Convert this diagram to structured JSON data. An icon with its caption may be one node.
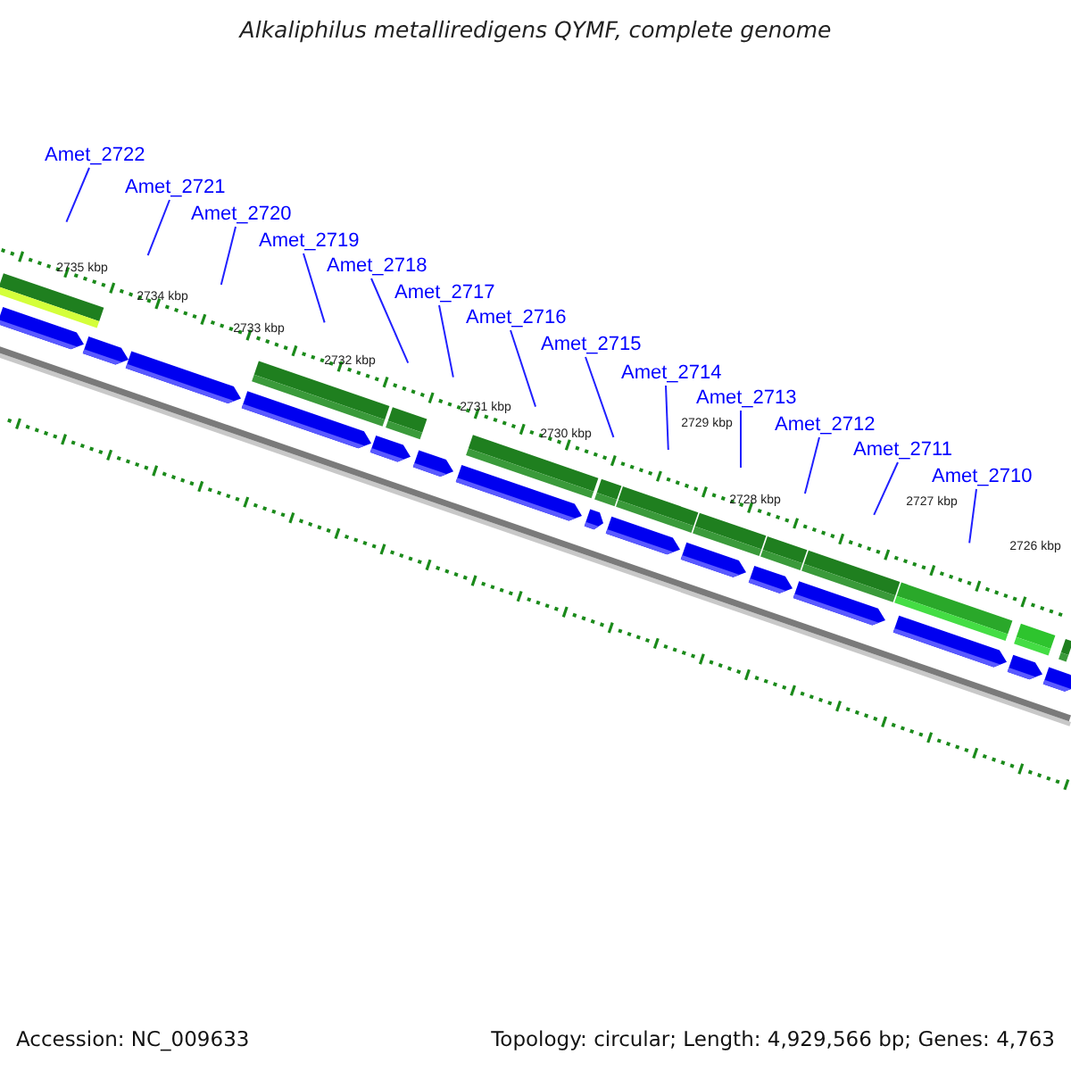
{
  "diagram": {
    "title": "Alkaliphilus metalliredigens QYMF, complete genome",
    "nodes": [
      {
        "text": [
          "Amet_2722"
        ]
      },
      {
        "text": [
          "Amet_2721"
        ]
      },
      {
        "text": [
          "Amet_2720"
        ]
      },
      {
        "text": [
          "Amet_2719"
        ]
      },
      {
        "text": [
          "Amet_2718"
        ]
      },
      {
        "text": [
          "Amet_2717"
        ]
      },
      {
        "text": [
          "Amet_2716"
        ]
      },
      {
        "text": [
          "Amet_2715"
        ]
      },
      {
        "text": [
          "Amet_2714"
        ]
      },
      {
        "text": [
          "Amet_2713"
        ]
      },
      {
        "text": [
          "Amet_2712"
        ]
      },
      {
        "text": [
          "Amet_2711"
        ]
      },
      {
        "text": [
          "Amet_2710"
        ]
      }
    ],
    "edges": [
      {
        "from": 0,
        "to": null,
        "arrow": "none"
      },
      {
        "from": 1,
        "to": null,
        "arrow": "none"
      },
      {
        "from": 2,
        "to": null,
        "arrow": "none"
      },
      {
        "from": 3,
        "to": null,
        "arrow": "none"
      },
      {
        "from": 4,
        "to": null,
        "arrow": "none"
      },
      {
        "from": 5,
        "to": null,
        "arrow": "none"
      },
      {
        "from": 6,
        "to": null,
        "arrow": "none"
      },
      {
        "from": 7,
        "to": null,
        "arrow": "none"
      },
      {
        "from": 8,
        "to": null,
        "arrow": "none"
      },
      {
        "from": 9,
        "to": null,
        "arrow": "none"
      },
      {
        "from": 10,
        "to": null,
        "arrow": "none"
      },
      {
        "from": 11,
        "to": null,
        "arrow": "none"
      },
      {
        "from": 12,
        "to": null,
        "arrow": "none"
      }
    ],
    "labels": [
      "2735 kbp",
      "2734 kbp",
      "2733 kbp",
      "2732 kbp",
      "2731 kbp",
      "2730 kbp",
      "2729 kbp",
      "2728 kbp",
      "2727 kbp",
      "2726 kbp",
      "Accession: NC_009633",
      "Topology: circular; Length: 4,929,566 bp; Genes: 4,763"
    ]
  }
}
